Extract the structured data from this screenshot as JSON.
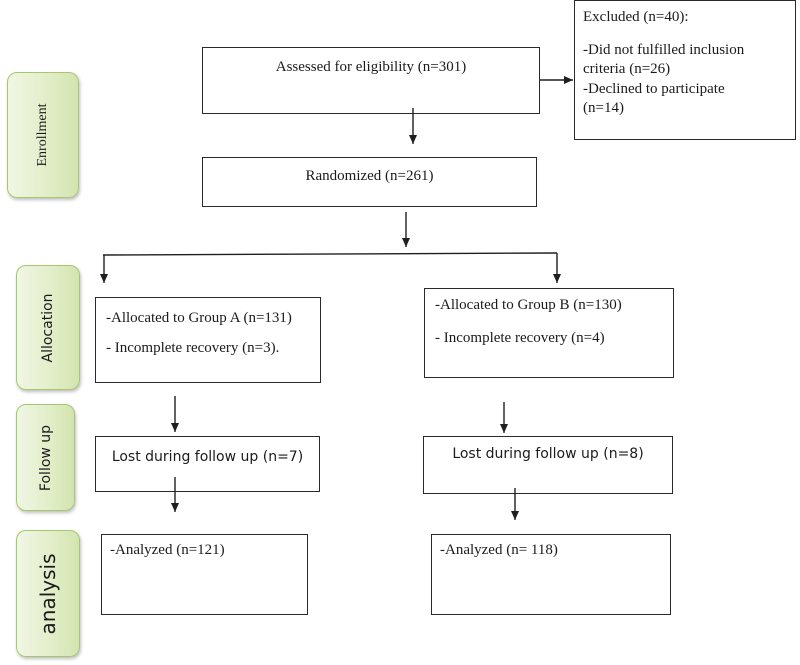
{
  "stages": {
    "enrollment": "Enrollment",
    "allocation": "Allocation",
    "followup": "Follow up",
    "analysis": "analysis"
  },
  "boxes": {
    "assessed": "Assessed for eligibility (n=301)",
    "excluded": {
      "title": "Excluded (n=40):",
      "line1": "-Did not fulfilled inclusion",
      "line2": "criteria (n=26)",
      "line3": "-Declined to participate",
      "line4": "(n=14)"
    },
    "randomized": "Randomized (n=261)",
    "group_a": {
      "allocated": "-Allocated to Group A (n=131)",
      "incomplete": "- Incomplete recovery (n=3)."
    },
    "group_b": {
      "allocated": "-Allocated to Group B (n=130)",
      "incomplete": "- Incomplete recovery (n=4)"
    },
    "lost_a": "Lost during follow up (n=7)",
    "lost_b": "Lost during follow up (n=8)",
    "analyzed_a": "-Analyzed (n=121)",
    "analyzed_b": "-Analyzed (n= 118)"
  },
  "colors": {
    "stage_fill": "#e2eec9",
    "stage_border": "#a6c770",
    "box_border": "#2a2a2a",
    "arrow": "#1f1f1f"
  }
}
